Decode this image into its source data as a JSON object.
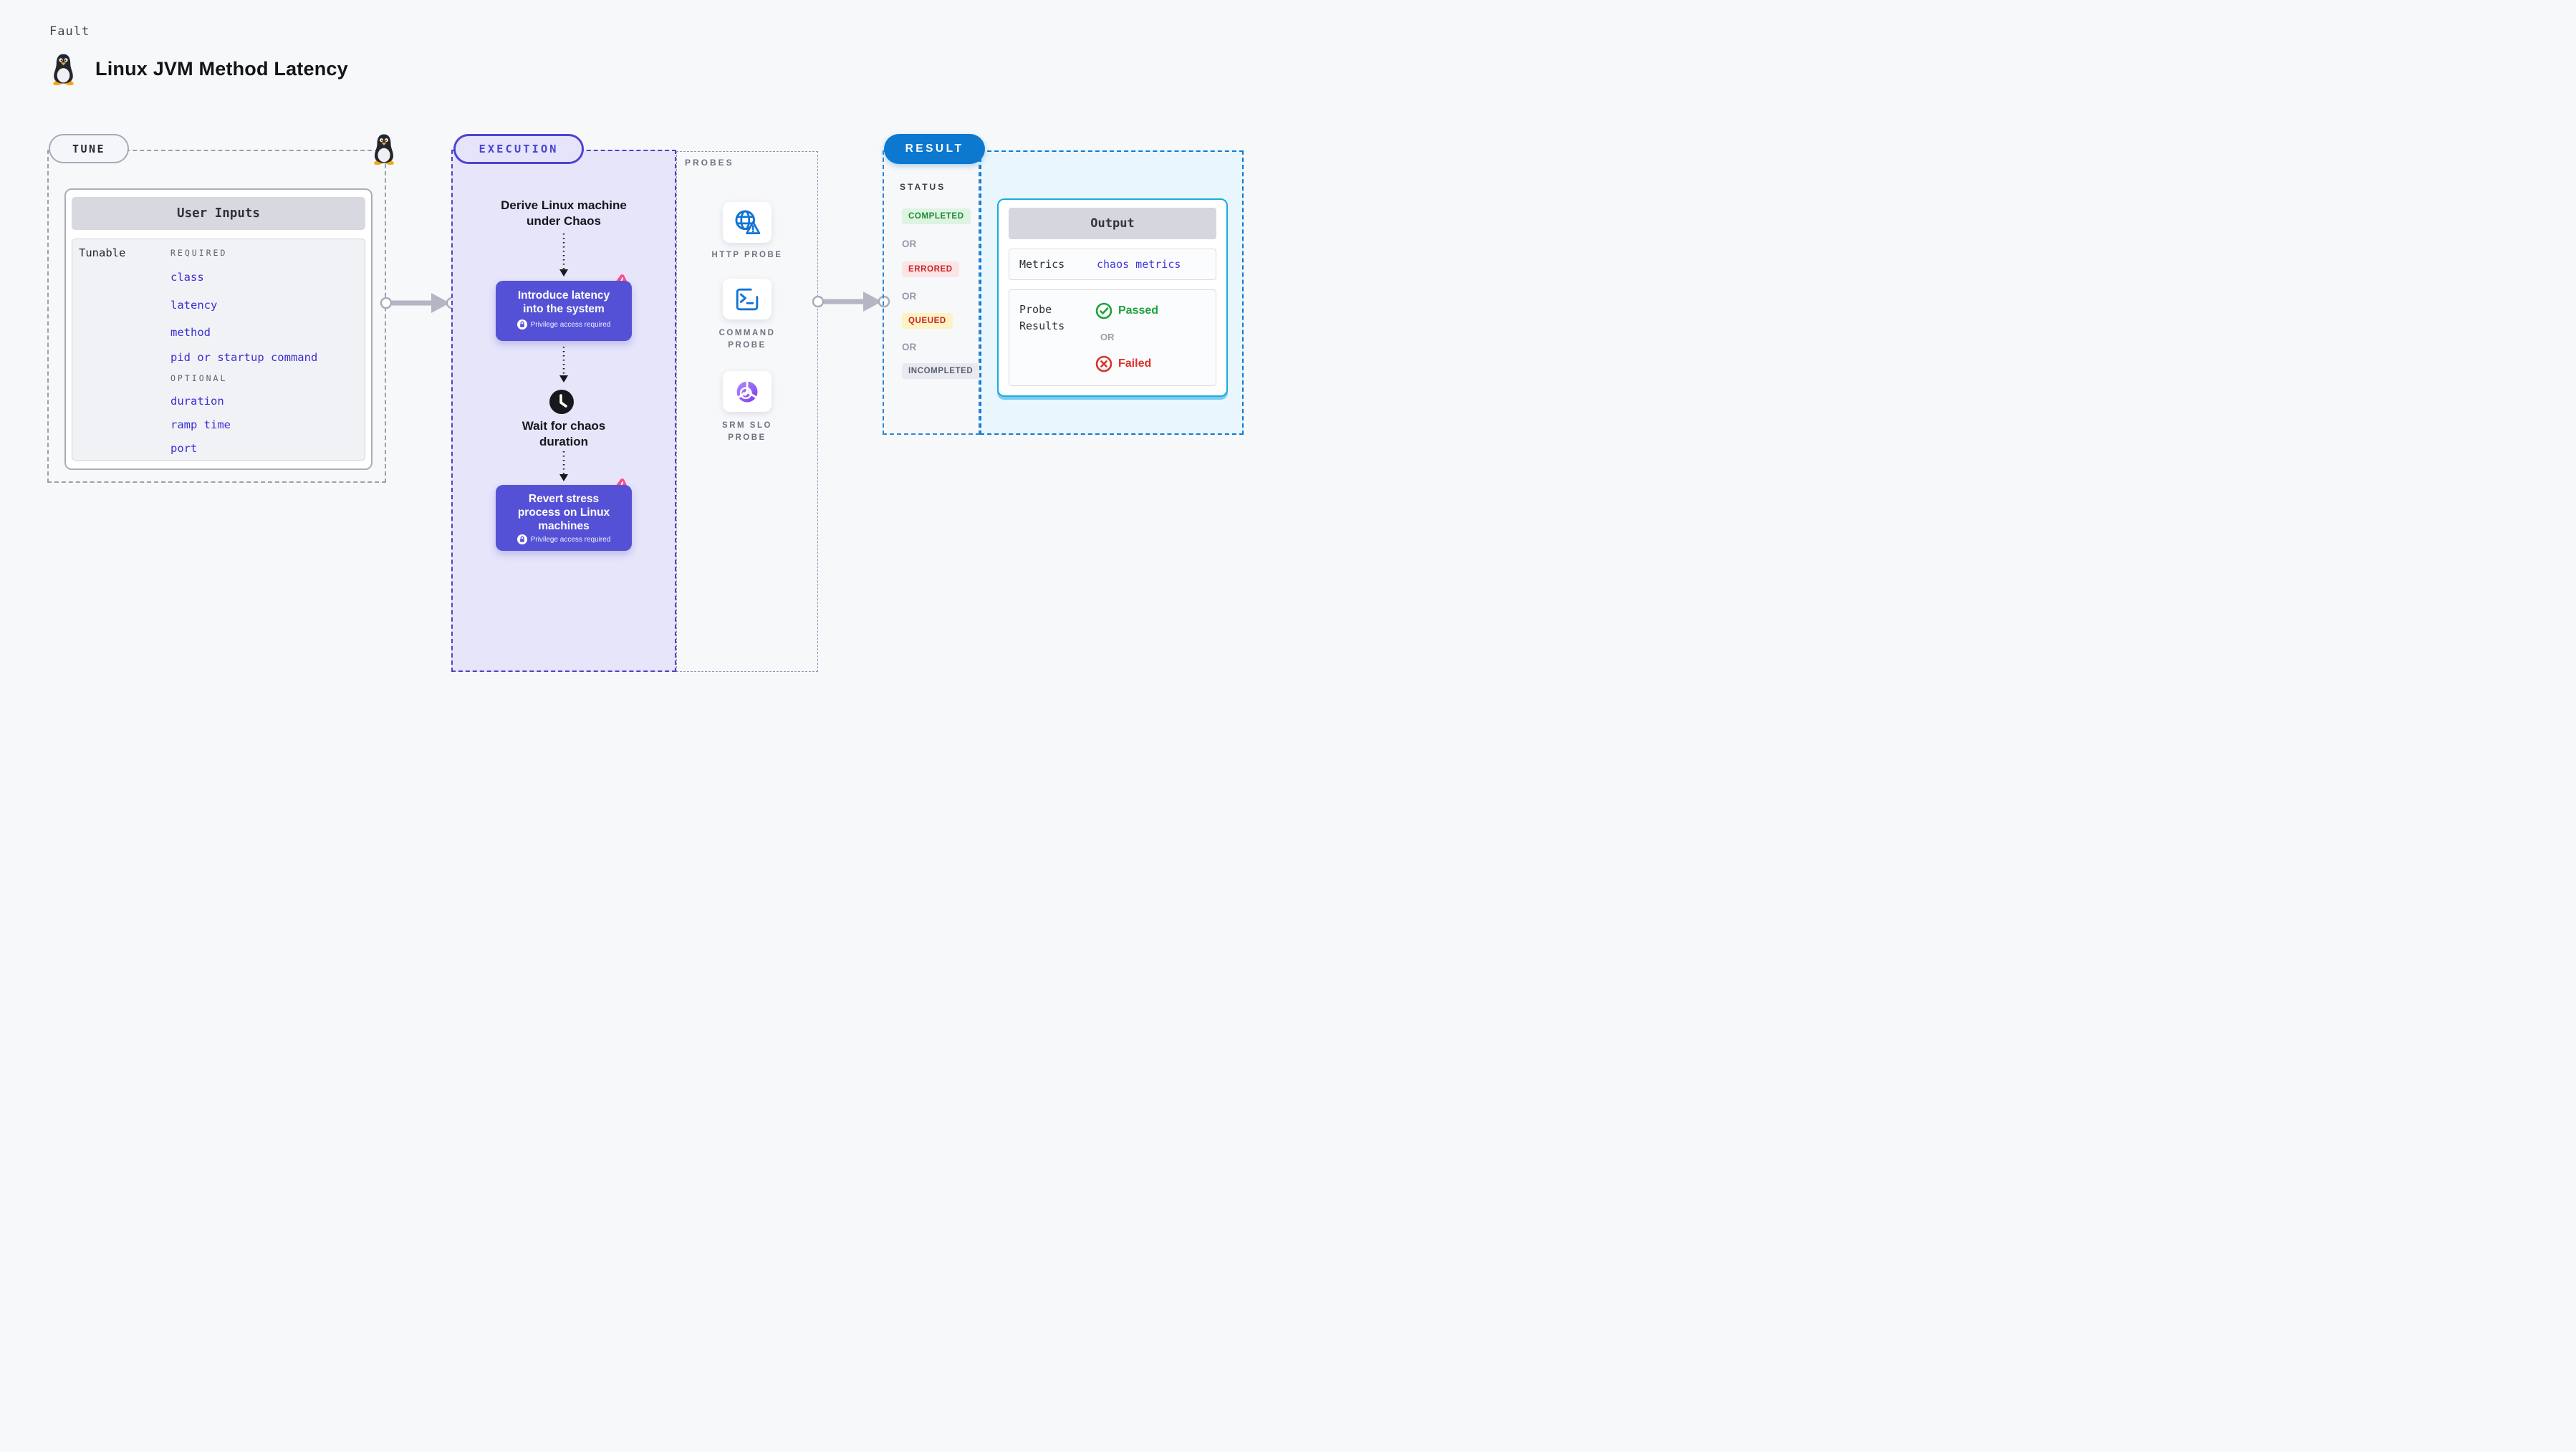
{
  "page": {
    "fault_label": "Fault",
    "title": "Linux JVM Method Latency"
  },
  "tune": {
    "pill": "TUNE",
    "user_inputs_title": "User Inputs",
    "tunable_label": "Tunable",
    "required_label": "REQUIRED",
    "required_items": [
      "class",
      "latency",
      "method",
      "pid or startup command"
    ],
    "optional_label": "OPTIONAL",
    "optional_items": [
      "duration",
      "ramp time",
      "port"
    ]
  },
  "execution": {
    "pill": "EXECUTION",
    "derive_line1": "Derive Linux machine",
    "derive_line2": "under Chaos",
    "step1_line1": "Introduce latency",
    "step1_line2": "into the system",
    "privilege_text": "Privilege access required",
    "wait_line1": "Wait for chaos",
    "wait_line2": "duration",
    "step2_line1": "Revert stress",
    "step2_line2": "process on Linux",
    "step2_line3": "machines"
  },
  "probes": {
    "label": "PROBES",
    "items": [
      {
        "icon": "http-probe-icon",
        "lines": [
          "HTTP PROBE"
        ]
      },
      {
        "icon": "command-probe-icon",
        "lines": [
          "COMMAND",
          "PROBE"
        ]
      },
      {
        "icon": "srm-slo-probe-icon",
        "lines": [
          "SRM SLO",
          "PROBE"
        ]
      }
    ]
  },
  "result": {
    "pill": "RESULT",
    "status_label": "STATUS",
    "or_label": "OR",
    "statuses": [
      {
        "label": "COMPLETED",
        "fg": "#1a8a34",
        "bg": "#def3e1"
      },
      {
        "label": "ERRORED",
        "fg": "#cc2127",
        "bg": "#fbe5e5"
      },
      {
        "label": "QUEUED",
        "fg": "#cc2127",
        "bg": "#fdf3c3"
      },
      {
        "label": "INCOMPLETED",
        "fg": "#5a6070",
        "bg": "#e9eaf1"
      }
    ],
    "output": {
      "title": "Output",
      "metrics_label": "Metrics",
      "metrics_value": "chaos metrics",
      "probe_results_line1": "Probe",
      "probe_results_line2": "Results",
      "passed_label": "Passed",
      "or_label": "OR",
      "failed_label": "Failed"
    }
  },
  "colors": {
    "page_bg": "#f7f8fa",
    "execution_fill": "#e6e5fa",
    "execution_accent": "#4b44c8",
    "step_box": "#5551d6",
    "chaos_pink": "#fb4d8c",
    "probe_icon_blue": "#1273d4",
    "result_blue": "#0c78cf",
    "output_fill": "#e9f6fd",
    "output_border": "#17abe1",
    "link_indigo": "#3a2fd6",
    "passed_green": "#1ea23b",
    "failed_red": "#d8332b"
  }
}
